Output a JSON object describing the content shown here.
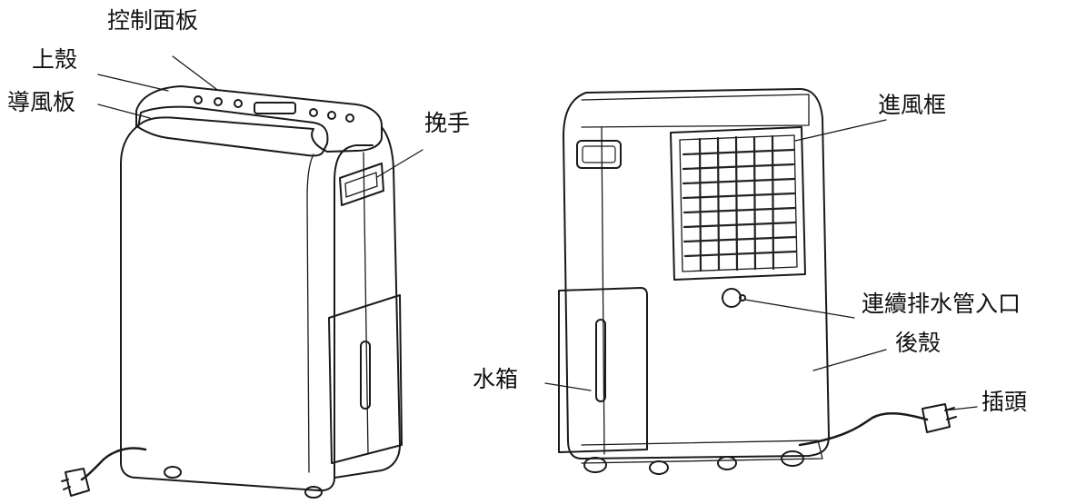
{
  "front_view": {
    "labels": {
      "control_panel": "控制面板",
      "upper_shell": "上殼",
      "air_deflector": "導風板",
      "handle": "挽手"
    }
  },
  "rear_view": {
    "labels": {
      "air_inlet_frame": "進風框",
      "continuous_drain_inlet": "連續排水管入口",
      "rear_shell": "後殼",
      "water_tank": "水箱",
      "plug": "插頭"
    }
  },
  "colors": {
    "line": "#1a1a1a",
    "background": "#ffffff",
    "text": "#111111"
  }
}
